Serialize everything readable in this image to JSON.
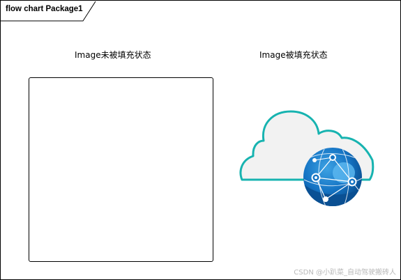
{
  "diagram": {
    "title": "flow chart Package1",
    "empty_image_label": "Image未被填充状态",
    "filled_image_label": "Image被填充状态",
    "filled_image_icon": "cloud-globe-icon"
  },
  "colors": {
    "cloud_outline": "#17b3b0",
    "cloud_fill": "#f2f2f2",
    "globe_dark": "#0a4f91",
    "globe_mid": "#1574c4",
    "globe_light": "#3da2e3"
  },
  "watermark": "CSDN @小趴菜_自动驾驶搬砖人"
}
